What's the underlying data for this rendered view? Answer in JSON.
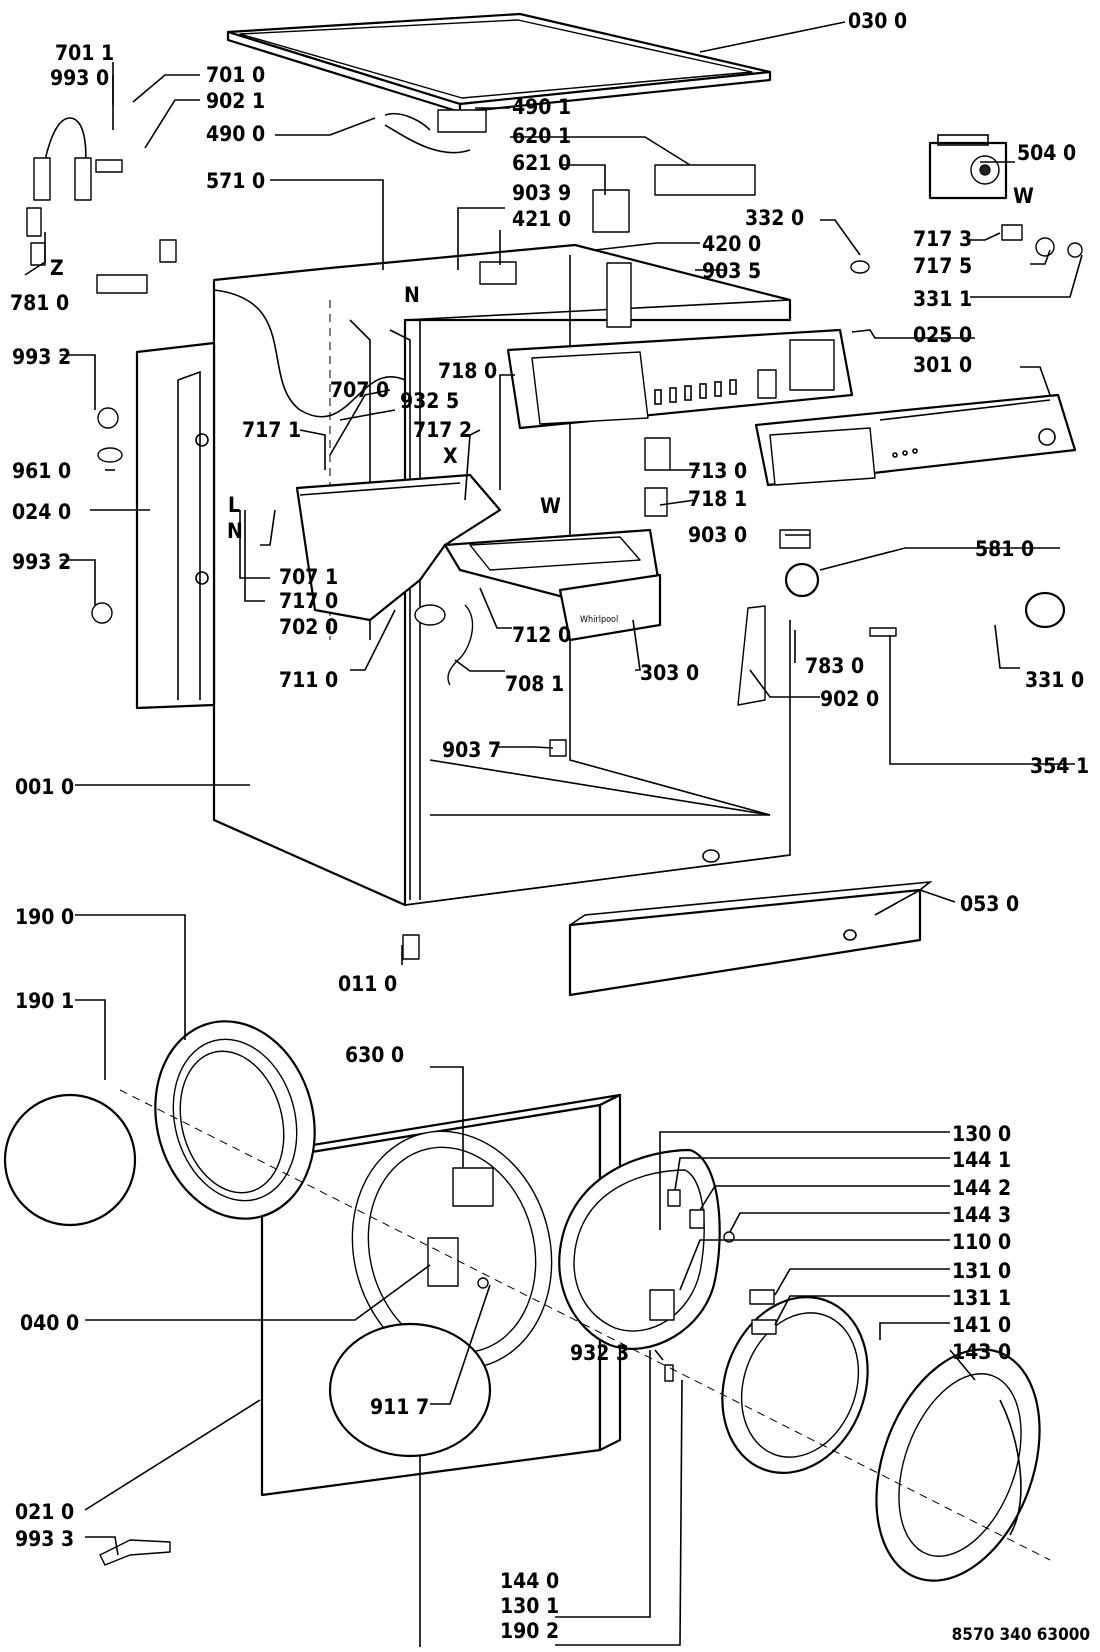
{
  "diagram": {
    "drawing_code": "8570 340 63000",
    "part_labels": [
      "030 0",
      "701 1",
      "993 0",
      "701 0",
      "902 1",
      "490 1",
      "490 0",
      "620 1",
      "621 0",
      "504 0",
      "571 0",
      "903 9",
      "421 0",
      "332 0",
      "420 0",
      "717 3",
      "903 5",
      "717 5",
      "781 0",
      "331 1",
      "025 0",
      "993 2",
      "301 0",
      "707 0",
      "718 0",
      "932 5",
      "717 1",
      "717 2",
      "X",
      "713 0",
      "961 0",
      "L",
      "W",
      "718 1",
      "N",
      "024 0",
      "903 0",
      "581 0",
      "993 2",
      "707 1",
      "717 0",
      "702 0",
      "712 0",
      "711 0",
      "708 1",
      "303 0",
      "331 0",
      "783 0",
      "902 0",
      "354 1",
      "903 7",
      "001 0",
      "190 0",
      "053 0",
      "011 0",
      "190 1",
      "630 0",
      "130 0",
      "144 1",
      "144 2",
      "144 3",
      "110 0",
      "131 0",
      "131 1",
      "040 0",
      "932 3",
      "141 0",
      "143 0",
      "911 7",
      "021 0",
      "993 3",
      "144 0",
      "130 1",
      "190 2",
      "Z",
      "N",
      "W"
    ]
  }
}
